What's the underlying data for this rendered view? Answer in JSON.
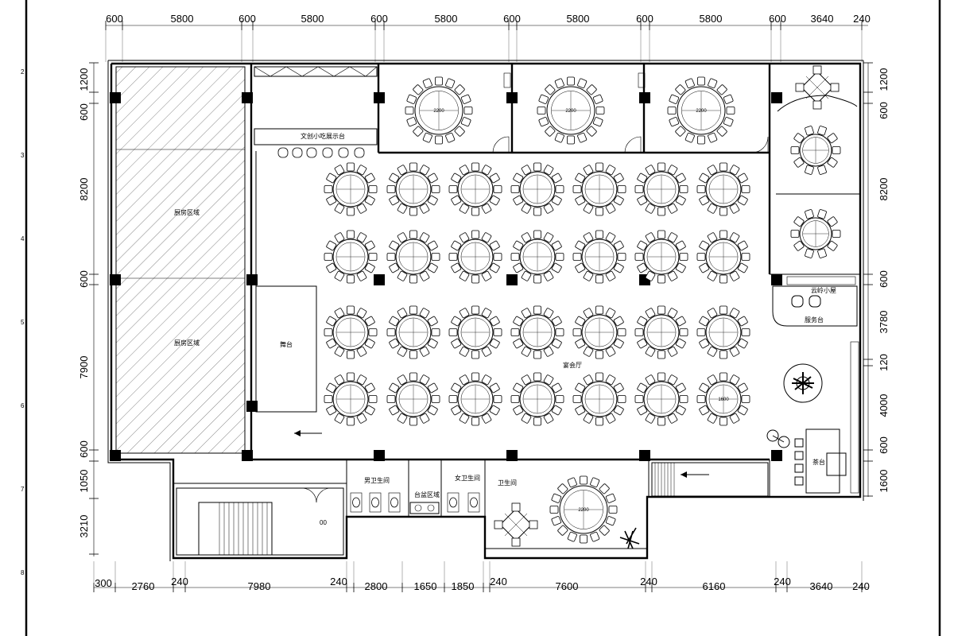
{
  "dimensions": {
    "top": [
      "600",
      "5800",
      "600",
      "5800",
      "600",
      "5800",
      "600",
      "5800",
      "600",
      "5800",
      "600",
      "3640",
      "240"
    ],
    "bottom": [
      "300",
      "2760",
      "240",
      "7980",
      "240",
      "2800",
      "1650",
      "1850",
      "240",
      "7600",
      "240",
      "6160",
      "240",
      "3640",
      "240"
    ],
    "left": [
      "1200",
      "600",
      "8200",
      "600",
      "7900",
      "600",
      "1050",
      "3210"
    ],
    "right": [
      "1200",
      "600",
      "8200",
      "600",
      "3780",
      "120",
      "4000",
      "600",
      "1600"
    ]
  },
  "grid_rows": [
    "2",
    "3",
    "4",
    "5",
    "6",
    "7",
    "8"
  ],
  "rooms": {
    "kitchen_top": "厨房区域",
    "kitchen_bottom": "厨房区域",
    "display_counter": "文创小吃展示台",
    "stage": "舞台",
    "banquet_hall": "宴会厅",
    "service_counter": "服务台",
    "lounge": "云岭小屋",
    "tea_counter": "茶台",
    "male_wc": "男卫生间",
    "female_wc": "女卫生间",
    "washbasin_area": "台盆区域",
    "wc": "卫生间",
    "stair_label": "00"
  },
  "table_sizes": {
    "private_room": "2200",
    "hall_small": "1600"
  }
}
